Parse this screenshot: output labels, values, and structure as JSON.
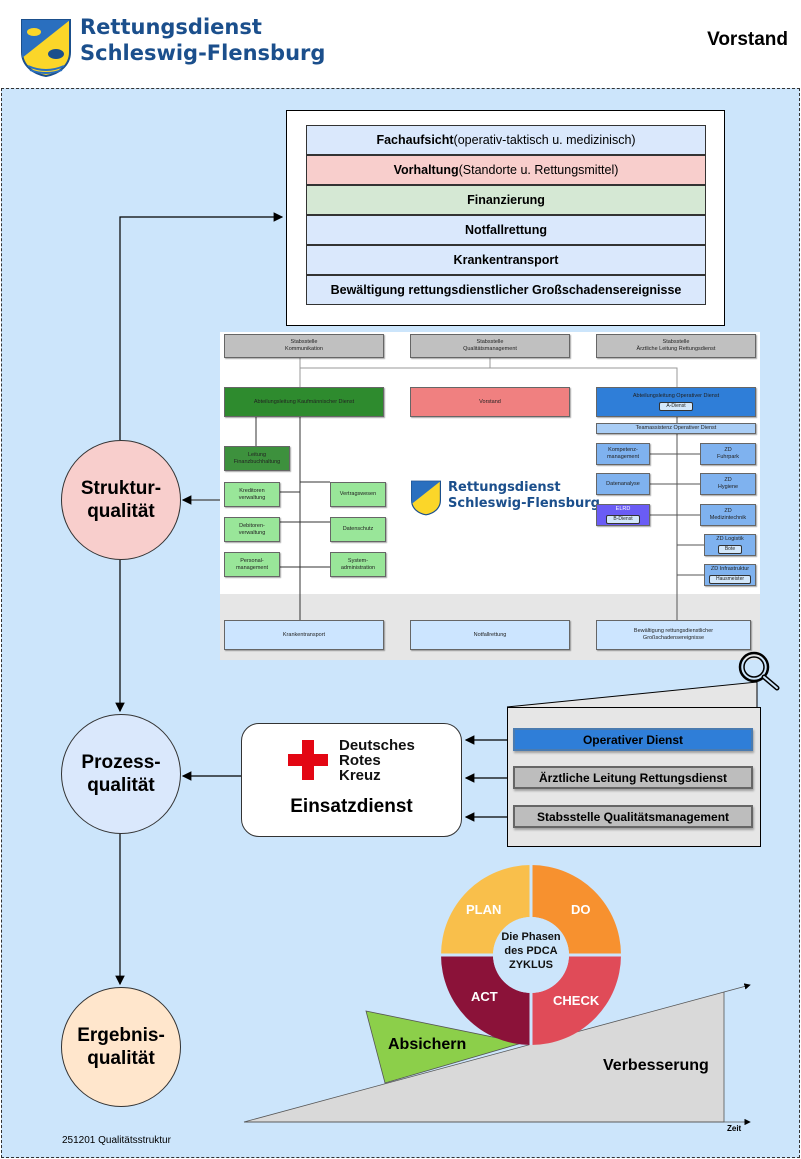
{
  "header": {
    "brand_line1": "Rettungsdienst",
    "brand_line2": "Schleswig-Flensburg",
    "section_title": "Vorstand"
  },
  "tasks": {
    "rows": [
      {
        "bold": "Fachaufsicht",
        "normal": " (operativ-taktisch u. medizinisch)",
        "color": "#dae8fc"
      },
      {
        "bold": "Vorhaltung",
        "normal": " (Standorte u. Rettungsmittel)",
        "color": "#f8cecc"
      },
      {
        "bold": "Finanzierung",
        "normal": "",
        "color": "#d5e8d4"
      },
      {
        "bold": "Notfallrettung",
        "normal": "",
        "color": "#dae8fc"
      },
      {
        "bold": "Krankentransport",
        "normal": "",
        "color": "#dae8fc"
      },
      {
        "bold": "Bewältigung rettungsdienstlicher Großschadensereignisse",
        "normal": "",
        "color": "#dae8fc"
      }
    ]
  },
  "org_chart": {
    "staff": [
      {
        "line1": "Stabsstelle",
        "line2": "Kommunikation"
      },
      {
        "line1": "Stabsstelle",
        "line2": "Qualitätsmanagement"
      },
      {
        "line1": "Stabsstelle",
        "line2": "Ärztliche Leitung Rettungsdienst"
      }
    ],
    "kaufm": "Abteilungsleitung Kaufmännischer Dienst",
    "vorstand": "Vorstand",
    "operativ": "Abteilungsleitung Operativer Dienst",
    "operativ_sub": "A-Dienst",
    "teamassistenz": "Teamassistenz Operativer Dienst",
    "fibu": {
      "line1": "Leitung",
      "line2": "Finanzbuchhaltung"
    },
    "kreditoren": {
      "line1": "Kreditoren",
      "line2": "verwaltung"
    },
    "debitoren": {
      "line1": "Debitoren-",
      "line2": "verwaltung"
    },
    "personal": {
      "line1": "Personal-",
      "line2": "management"
    },
    "vertrag": "Vertragswesen",
    "datenschutz": "Datenschutz",
    "sysadmin": {
      "line1": "System-",
      "line2": "administration"
    },
    "kompetenz": {
      "line1": "Kompetenz-",
      "line2": "management"
    },
    "datenanalyse": "Datenanalyse",
    "elrd": "ELRD",
    "elrd_sub": "B-Dienst",
    "zd_fuhrpark": {
      "line1": "ZD",
      "line2": "Fuhrpark"
    },
    "zd_hygiene": {
      "line1": "ZD",
      "line2": "Hygiene"
    },
    "zd_medizin": {
      "line1": "ZD",
      "line2": "Medizintechnik"
    },
    "zd_logistik": "ZD Logistik",
    "zd_logistik_sub": "Bote",
    "zd_infra": "ZD Infrastruktur",
    "zd_infra_sub": "Hausmeister",
    "center_line1": "Rettungsdienst",
    "center_line2": "Schleswig-Flensburg",
    "bottom": [
      {
        "line1": "Krankentransport",
        "line2": ""
      },
      {
        "line1": "Notfallrettung",
        "line2": ""
      },
      {
        "line1": "Bewältigung rettungsdienstlicher",
        "line2": "Großschadensereignisse"
      }
    ]
  },
  "quality": {
    "struktur": {
      "line1": "Struktur-",
      "line2": "qualität"
    },
    "prozess": {
      "line1": "Prozess-",
      "line2": "qualität"
    },
    "ergebnis": {
      "line1": "Ergebnis-",
      "line2": "qualität"
    }
  },
  "drk": {
    "line1": "Deutsches",
    "line2": "Rotes",
    "line3": "Kreuz",
    "title": "Einsatzdienst"
  },
  "zoom_panel": {
    "items": [
      {
        "label": "Operativer Dienst",
        "color": "#2f7ed8"
      },
      {
        "label": "Ärztliche Leitung Rettungsdienst",
        "color": "#bdbdbd"
      },
      {
        "label": "Stabsstelle Qualitätsmanagement",
        "color": "#bdbdbd"
      }
    ]
  },
  "pdca": {
    "center_line1": "Die Phasen",
    "center_line2": "des PDCA",
    "center_line3": "ZYKLUS",
    "plan": "PLAN",
    "do": "DO",
    "check": "CHECK",
    "act": "ACT",
    "colors": {
      "plan": "#f9bf4b",
      "do": "#f7912f",
      "check": "#e04b58",
      "act": "#8b1239"
    }
  },
  "slope": {
    "absichern": "Absichern",
    "verbesserung": "Verbesserung",
    "axis_label": "Zeit"
  },
  "footer": {
    "note": "251201 Qualitätsstruktur"
  }
}
